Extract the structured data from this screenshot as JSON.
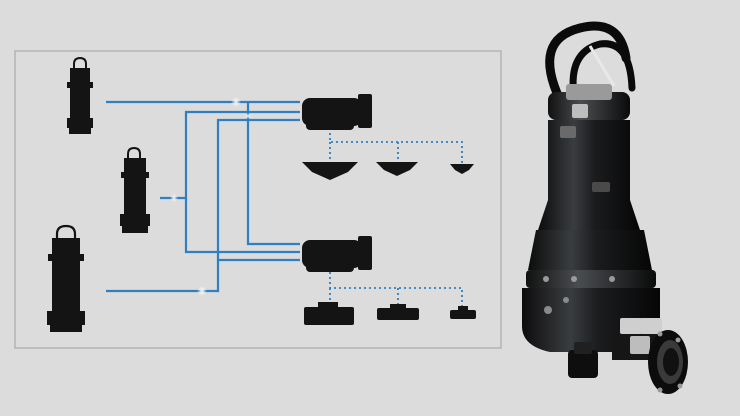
{
  "colors": {
    "background": "#dcdcdc",
    "panel_border": "#b4b4b4",
    "connection_line": "#2f7fc1",
    "dotted_line": "#2f7fc1",
    "silhouette": "#141414",
    "glint": "#ffffff"
  },
  "icons": {
    "motor_small": "motor-unit-small-icon",
    "motor_medium": "motor-unit-medium-icon",
    "motor_large": "motor-unit-large-icon",
    "hydraulic_volute": "pump-volute-icon",
    "impeller": "impeller-icon",
    "impeller_disc": "impeller-disc-icon",
    "product_photo": "submersible-pump-photo"
  },
  "diagram": {
    "motors": [
      "small",
      "medium",
      "large"
    ],
    "hydraulic_groups": [
      {
        "id": "top",
        "impeller_variants": 3
      },
      {
        "id": "bottom",
        "impeller_variants": 3
      }
    ]
  }
}
